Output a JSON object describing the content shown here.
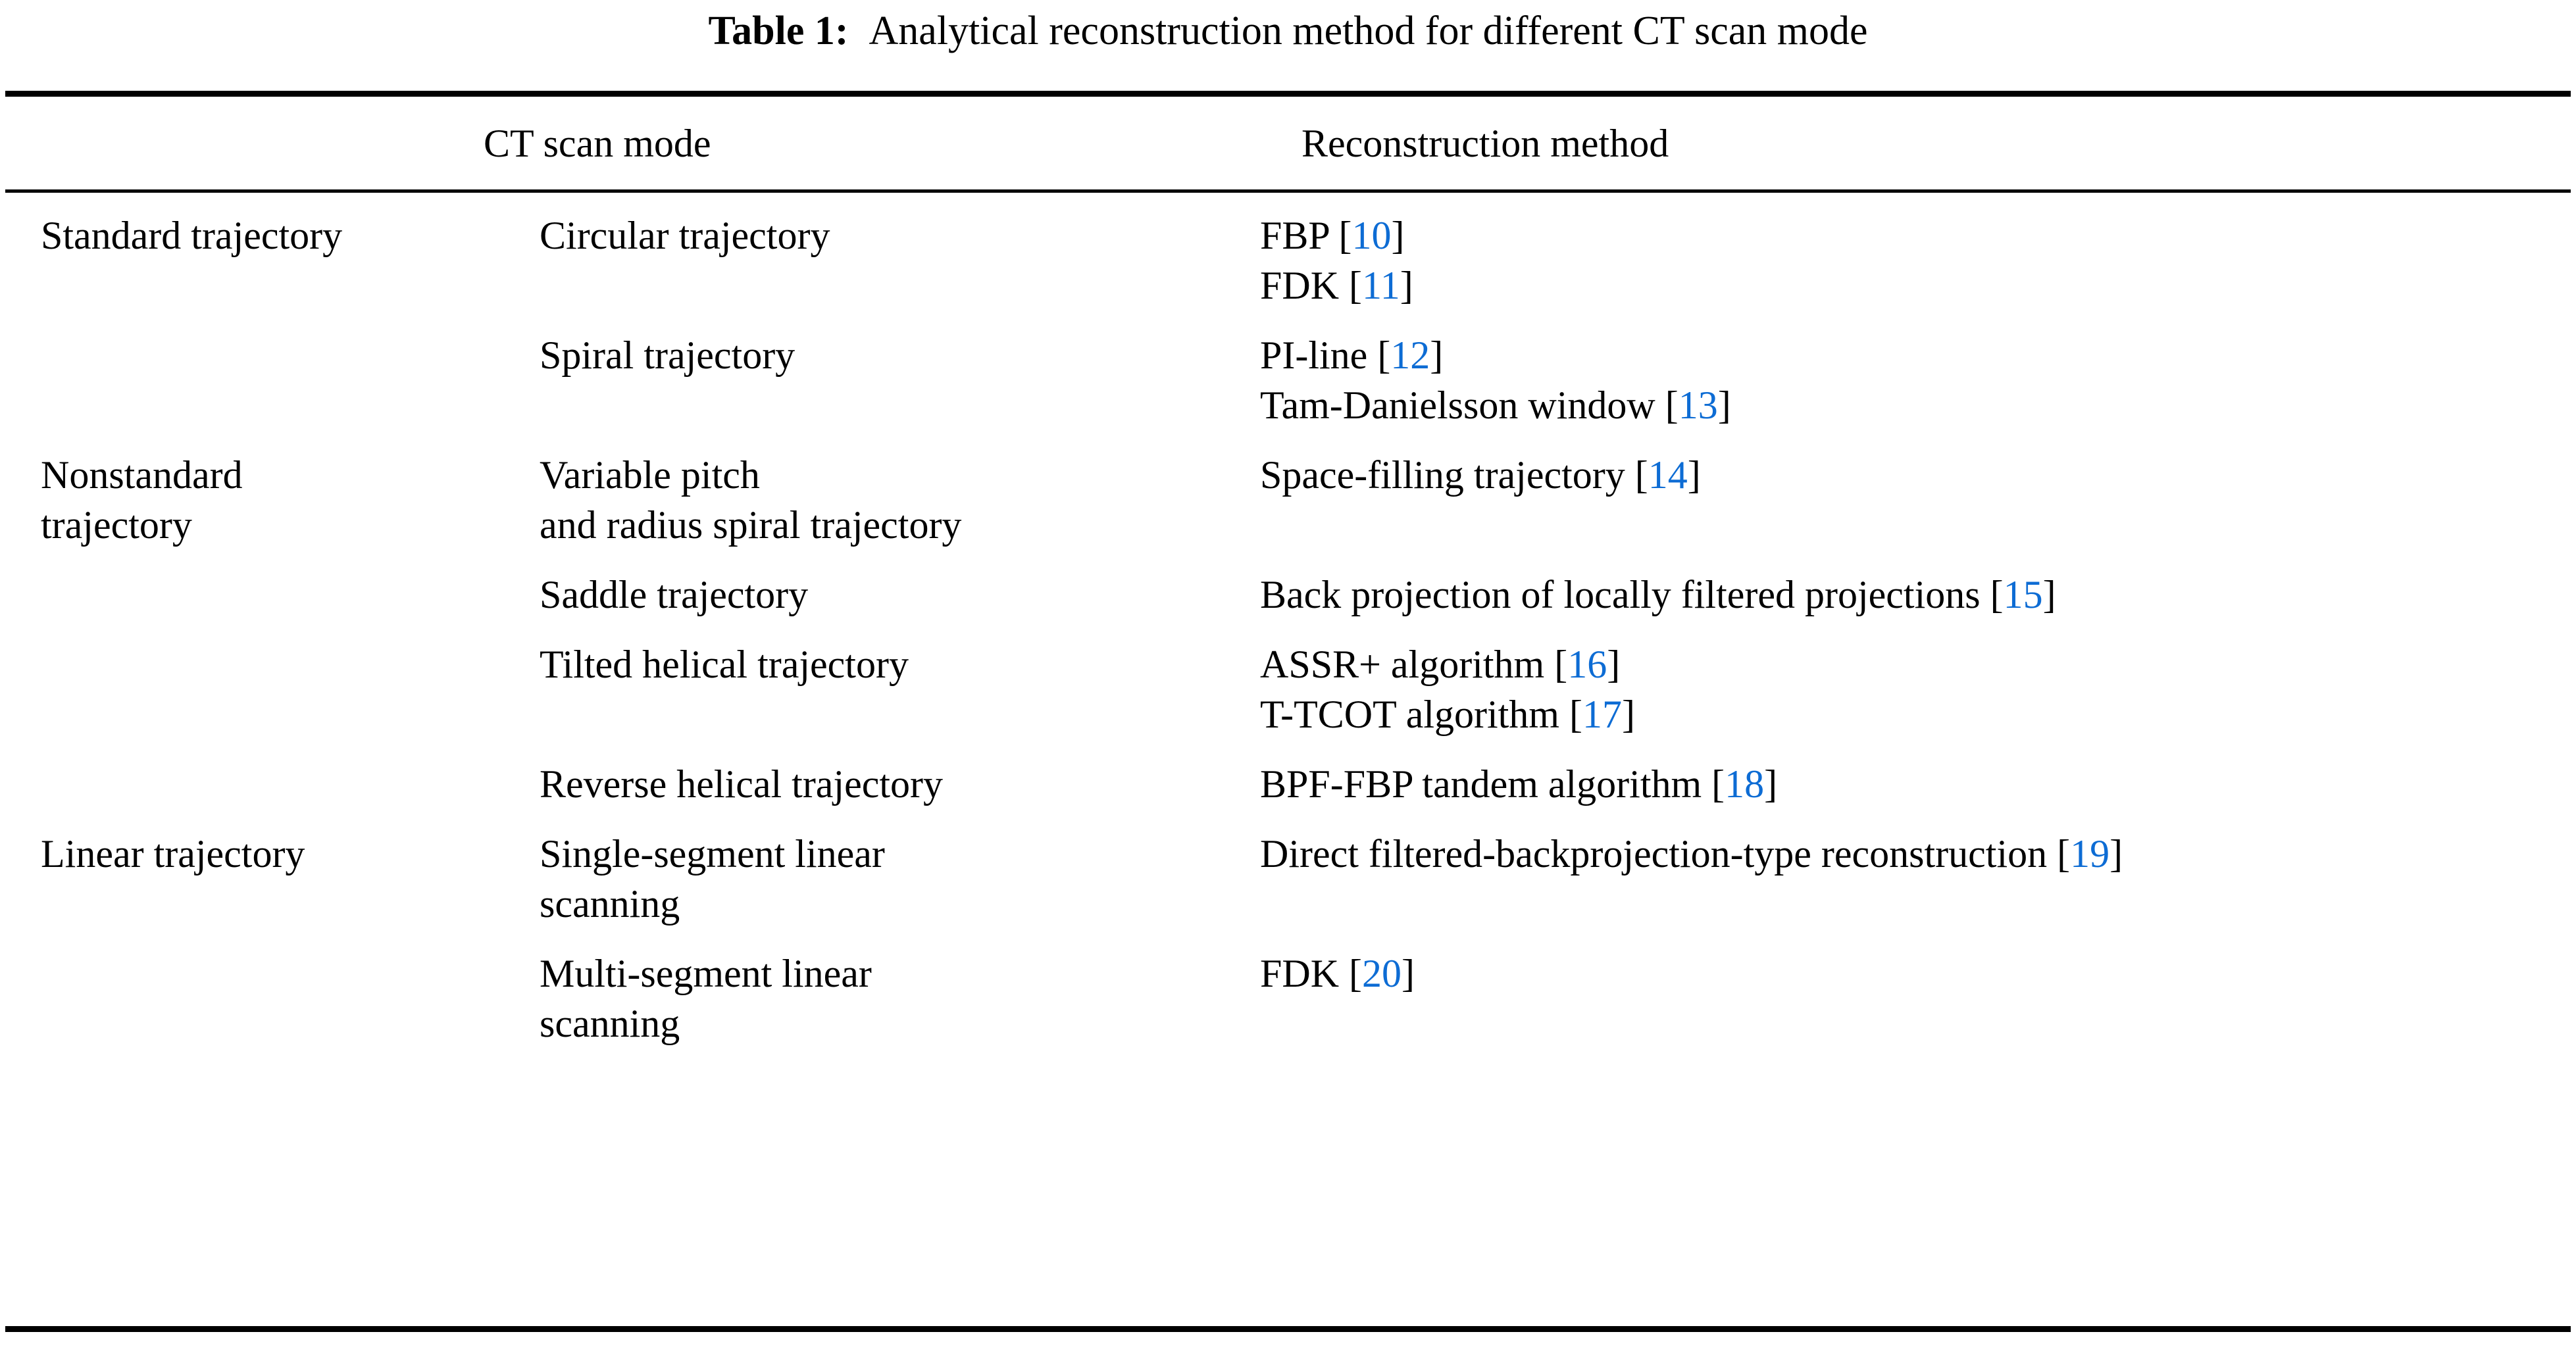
{
  "caption": {
    "label": "Table 1:",
    "text": "Analytical reconstruction method for different CT scan mode"
  },
  "colors": {
    "reference_blue": "#0d6cd4",
    "text_black": "#000000",
    "background": "#ffffff"
  },
  "header": {
    "col_scan_mode": "CT scan mode",
    "col_method": "Reconstruction method"
  },
  "rows": [
    {
      "category": [
        "Standard trajectory"
      ],
      "trajectory": [
        "Circular trajectory"
      ],
      "methods": [
        {
          "name": "FBP",
          "open": "[",
          "ref": "10",
          "close": "]"
        },
        {
          "name": "FDK",
          "open": "[",
          "ref": "11",
          "close": "]"
        }
      ]
    },
    {
      "category": [],
      "trajectory": [
        "Spiral trajectory"
      ],
      "methods": [
        {
          "name": "PI-line",
          "open": "[",
          "ref": "12",
          "close": "]"
        },
        {
          "name": "Tam-Danielsson window",
          "open": "[",
          "ref": "13",
          "close": "]"
        }
      ]
    },
    {
      "category": [
        "Nonstandard",
        "trajectory"
      ],
      "trajectory": [
        "Variable pitch",
        "and radius spiral trajectory"
      ],
      "methods": [
        {
          "name": "Space-filling trajectory",
          "open": "[",
          "ref": "14",
          "close": "]"
        }
      ]
    },
    {
      "category": [],
      "trajectory": [
        "Saddle trajectory"
      ],
      "methods": [
        {
          "name": "Back projection of locally filtered projections",
          "open": "[",
          "ref": "15",
          "close": "]"
        }
      ]
    },
    {
      "category": [],
      "trajectory": [
        "Tilted helical trajectory"
      ],
      "methods": [
        {
          "name": "ASSR+ algorithm",
          "open": "[",
          "ref": "16",
          "close": "]"
        },
        {
          "name": "T-TCOT algorithm",
          "open": "[",
          "ref": "17",
          "close": "]"
        }
      ]
    },
    {
      "category": [],
      "trajectory": [
        "Reverse helical trajectory"
      ],
      "methods": [
        {
          "name": "BPF-FBP tandem algorithm",
          "open": "[",
          "ref": "18",
          "close": "]"
        }
      ]
    },
    {
      "category": [
        "Linear trajectory"
      ],
      "trajectory": [
        "Single-segment linear",
        "scanning"
      ],
      "methods": [
        {
          "name": "Direct filtered-backprojection-type reconstruction",
          "open": "[",
          "ref": "19",
          "close": "]",
          "wrap": true
        }
      ]
    },
    {
      "category": [],
      "trajectory": [
        "Multi-segment linear",
        "scanning"
      ],
      "methods": [
        {
          "name": "FDK",
          "open": "[",
          "ref": "20",
          "close": "]"
        }
      ]
    }
  ]
}
